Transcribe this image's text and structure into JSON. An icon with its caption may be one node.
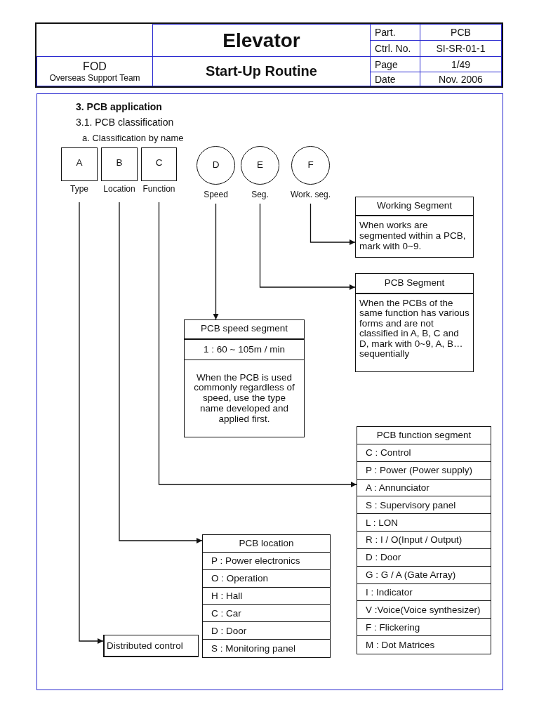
{
  "diagram": {
    "title": "Elevator",
    "nodes": [
      {
        "text": [
          "A"
        ],
        "beside": [
          "Type"
        ]
      },
      {
        "text": [
          "B"
        ],
        "beside": [
          "Location"
        ]
      },
      {
        "text": [
          "C"
        ],
        "beside": [
          "Function"
        ]
      },
      {
        "text": [
          "D"
        ],
        "beside": [
          "Speed"
        ]
      },
      {
        "text": [
          "E"
        ],
        "beside": [
          "Seg."
        ]
      },
      {
        "text": [
          "F"
        ],
        "beside": [
          "Work. seg."
        ]
      },
      {
        "text": [
          "Working Segment",
          "When works are segmented within a PCB, mark with 0~9."
        ]
      },
      {
        "text": [
          "PCB Segment",
          "When the PCBs of the same function has various forms and are not classified in A, B, C and D, mark with 0~9, A, B… sequentially"
        ]
      },
      {
        "text": [
          "PCB speed segment",
          "1 : 60 ~ 105m / min",
          "When the PCB is used commonly regardless of speed, use the type name developed and applied first."
        ]
      },
      {
        "text": [
          "PCB function segment",
          "C : Control",
          "P : Power (Power supply)",
          "A : Annunciator",
          "S : Supervisory panel",
          "L : LON",
          "R : I / O(Input / Output)",
          "D : Door",
          "G : G / A (Gate Array)",
          "I : Indicator",
          "V :Voice(Voice synthesizer)",
          "F : Flickering",
          "M : Dot Matrices"
        ]
      },
      {
        "text": [
          "PCB location",
          "P : Power electronics",
          "O : Operation",
          "H : Hall",
          "C : Car",
          "D : Door",
          "S : Monitoring panel"
        ]
      },
      {
        "text": [
          "Distributed control"
        ]
      }
    ],
    "edges": [
      {
        "from": 5,
        "to": 6,
        "arrow": "to"
      },
      {
        "from": 4,
        "to": 7,
        "arrow": "to"
      },
      {
        "from": 3,
        "to": 8,
        "arrow": "to"
      },
      {
        "from": 2,
        "to": 9,
        "arrow": "to"
      },
      {
        "from": 1,
        "to": 10,
        "arrow": "to"
      },
      {
        "from": 0,
        "to": 11,
        "arrow": "to"
      }
    ],
    "labels": [
      "Part.",
      "PCB",
      "Ctrl. No.",
      "SI-SR-01-1",
      "FOD",
      "Overseas Support Team",
      "Start-Up Routine",
      "Page",
      "1/49",
      "Date",
      "Nov. 2006",
      "3. PCB application",
      "3.1. PCB classification",
      "a. Classification by name"
    ]
  }
}
